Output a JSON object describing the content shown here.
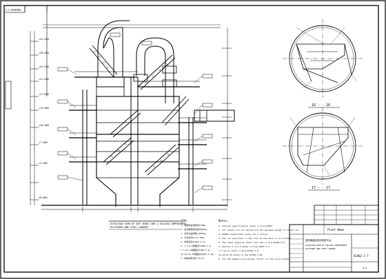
{
  "drawing": {
    "corner_tag": "2-C-DRAWING",
    "main_title_line1": "ELEVATION VIEW OF SOFT WIND LINE & SEALING COMPARTMENT",
    "main_title_line2": "PLATFORMS AND STEEL LADDERS",
    "section_a_label": "16 - - 16",
    "section_b_label": "17 - - 17",
    "notes_header": "Notes:",
    "notes": [
      "1.  General specification shown in Drg.XLH02.",
      "2.  All levels are not marked and the minimum length of tilat rod",
      "     is 600mm,unspecified welds are 4 fillet.",
      "3.  KJL rod specified in the list at the face is at 4-173mm.",
      "4.  The steel quantity plate list see in Drg.XLH02-3-5.",
      "5.  Section 1-1~6-6 shown in Drg.XLH02-3-3.",
      "     7-7~11-11 shown in Drg.XLH02-3-6.",
      "     12-12~15-15 shown in Drg.XLH02-3-10.",
      "6.  All the members are marked \"CE-07\" on the first letter."
    ],
    "mid_notes_header": "说明:",
    "mid_notes": [
      "1. 钢结构总说明见XLH02。",
      "2. 未注明焊缝高度均为5mm。",
      "3. 栏杆立柱间距≤1000mm。",
      "4. 平台标高H=+17.00m。",
      "5. 材料表见XLH02-2-11。",
      "6. 1-1~6-6剖面见XLH02-2-3。",
      "   7-7~11-11剖面见XLH02-2-6。",
      "   12-12~15-15剖面见XLH02-2-10。",
      "7. 构件编号详见\"XG-0\"。"
    ],
    "title_block": {
      "project": "Plant Name",
      "title_cn": "送风管道及密封风室平台",
      "title_en_1": "ELEVATION VIEW OF SEALING COMPARTMENT",
      "title_en_2": "PLATFORMS AND STEEL LADDERS",
      "drawing_no": "XLH02-2-7",
      "sheet": "1/1"
    },
    "elevation_marks": [
      "+32.560",
      "+28.000",
      "+24.500",
      "+21.000",
      "+17.000",
      "+13.500",
      "+10.000",
      "+7.500",
      "+4.500",
      "±0.000"
    ]
  }
}
